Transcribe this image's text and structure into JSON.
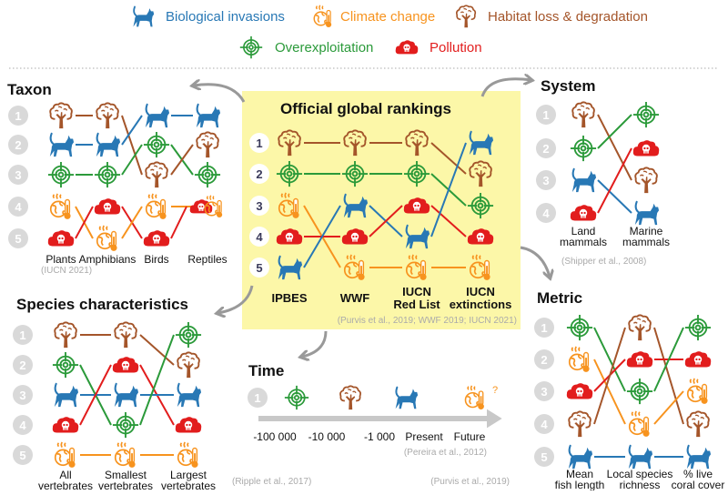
{
  "threats": {
    "invasions": {
      "label": "Biological invasions",
      "color": "#2878b5",
      "icon": "cat-icon"
    },
    "climate": {
      "label": "Climate change",
      "color": "#f7931e",
      "icon": "globe-thermometer-icon"
    },
    "habitat": {
      "label": "Habitat loss & degradation",
      "color": "#a4552a",
      "icon": "tree-icon"
    },
    "overexploitation": {
      "label": "Overexploitation",
      "color": "#2b9a3a",
      "icon": "target-icon"
    },
    "pollution": {
      "label": "Pollution",
      "color": "#e21d1d",
      "icon": "skull-cloud-icon"
    }
  },
  "panel_color": "#fcf7a8",
  "panels": {
    "taxon": {
      "title": "Taxon",
      "source": "(IUCN 2021)",
      "ranks": [
        "1",
        "2",
        "3",
        "4",
        "5"
      ],
      "columns": [
        {
          "label": [
            "Plants"
          ],
          "ranking": {
            "habitat": 1,
            "invasions": 2,
            "overexploitation": 3,
            "climate": 4,
            "pollution": 5
          }
        },
        {
          "label": [
            "Amphibians"
          ],
          "ranking": {
            "habitat": 1,
            "invasions": 2,
            "overexploitation": 3,
            "pollution": 4,
            "climate": 5
          }
        },
        {
          "label": [
            "Birds"
          ],
          "ranking": {
            "invasions": 1,
            "overexploitation": 2,
            "habitat": 3,
            "climate": 4,
            "pollution": 5
          }
        },
        {
          "label": [
            "Reptiles"
          ],
          "ranking": {
            "invasions": 1,
            "habitat": 2,
            "overexploitation": 3,
            "pollution": 4,
            "climate": 4
          }
        }
      ]
    },
    "official": {
      "title": "Official global rankings",
      "source": "(Purvis et al., 2019; WWF 2019; IUCN 2021)",
      "ranks": [
        "1",
        "2",
        "3",
        "4",
        "5"
      ],
      "columns": [
        {
          "label": [
            "IPBES"
          ],
          "ranking": {
            "habitat": 1,
            "overexploitation": 2,
            "climate": 3,
            "pollution": 4,
            "invasions": 5
          }
        },
        {
          "label": [
            "WWF"
          ],
          "ranking": {
            "habitat": 1,
            "overexploitation": 2,
            "invasions": 3,
            "pollution": 4,
            "climate": 5
          }
        },
        {
          "label": [
            "IUCN",
            "Red List"
          ],
          "ranking": {
            "habitat": 1,
            "overexploitation": 2,
            "pollution": 3,
            "invasions": 4,
            "climate": 5
          }
        },
        {
          "label": [
            "IUCN",
            "extinctions"
          ],
          "ranking": {
            "invasions": 1,
            "habitat": 2,
            "overexploitation": 3,
            "pollution": 4,
            "climate": 5
          }
        }
      ]
    },
    "system": {
      "title": "System",
      "source": "(Shipper et al., 2008)",
      "ranks": [
        "1",
        "2",
        "3",
        "4"
      ],
      "columns": [
        {
          "label": [
            "Land",
            "mammals"
          ],
          "ranking": {
            "habitat": 1,
            "overexploitation": 2,
            "invasions": 3,
            "pollution": 4
          }
        },
        {
          "label": [
            "Marine",
            "mammals"
          ],
          "ranking": {
            "overexploitation": 1,
            "pollution": 2,
            "habitat": 3,
            "invasions": 4
          }
        }
      ]
    },
    "species": {
      "title": "Species characteristics",
      "source": "(Ripple et al., 2017)",
      "ranks": [
        "1",
        "2",
        "3",
        "4",
        "5"
      ],
      "columns": [
        {
          "label": [
            "All",
            "vertebrates"
          ],
          "ranking": {
            "habitat": 1,
            "overexploitation": 2,
            "invasions": 3,
            "pollution": 4,
            "climate": 5
          }
        },
        {
          "label": [
            "Smallest",
            "vertebrates"
          ],
          "ranking": {
            "habitat": 1,
            "pollution": 2,
            "invasions": 3,
            "overexploitation": 4,
            "climate": 5
          }
        },
        {
          "label": [
            "Largest",
            "vertebrates"
          ],
          "ranking": {
            "overexploitation": 1,
            "habitat": 2,
            "invasions": 3,
            "pollution": 4,
            "climate": 5
          }
        }
      ]
    },
    "metric": {
      "title": "Metric",
      "source": "(Purvis et al., 2019)",
      "ranks": [
        "1",
        "2",
        "3",
        "4",
        "5"
      ],
      "columns": [
        {
          "label": [
            "Mean",
            "fish length"
          ],
          "ranking": {
            "overexploitation": 1,
            "climate": 2,
            "pollution": 3,
            "habitat": 4,
            "invasions": 5
          }
        },
        {
          "label": [
            "Local species",
            "richness"
          ],
          "ranking": {
            "habitat": 1,
            "pollution": 2,
            "overexploitation": 3,
            "climate": 4,
            "invasions": 5
          }
        },
        {
          "label": [
            "% live",
            "coral cover"
          ],
          "ranking": {
            "overexploitation": 1,
            "pollution": 2,
            "climate": 3,
            "habitat": 4,
            "invasions": 5
          }
        }
      ]
    }
  },
  "time": {
    "title": "Time",
    "rank": "1",
    "source": "(Pereira et al., 2012)",
    "ticks": [
      "-100 000",
      "-10 000",
      "-1 000",
      "Present",
      "Future"
    ],
    "events": [
      {
        "threat": "overexploitation",
        "tick": 0
      },
      {
        "threat": "habitat",
        "tick": 1
      },
      {
        "threat": "invasions",
        "tick": 2
      },
      {
        "threat": "climate",
        "tick": 4,
        "mark": "?"
      }
    ]
  }
}
